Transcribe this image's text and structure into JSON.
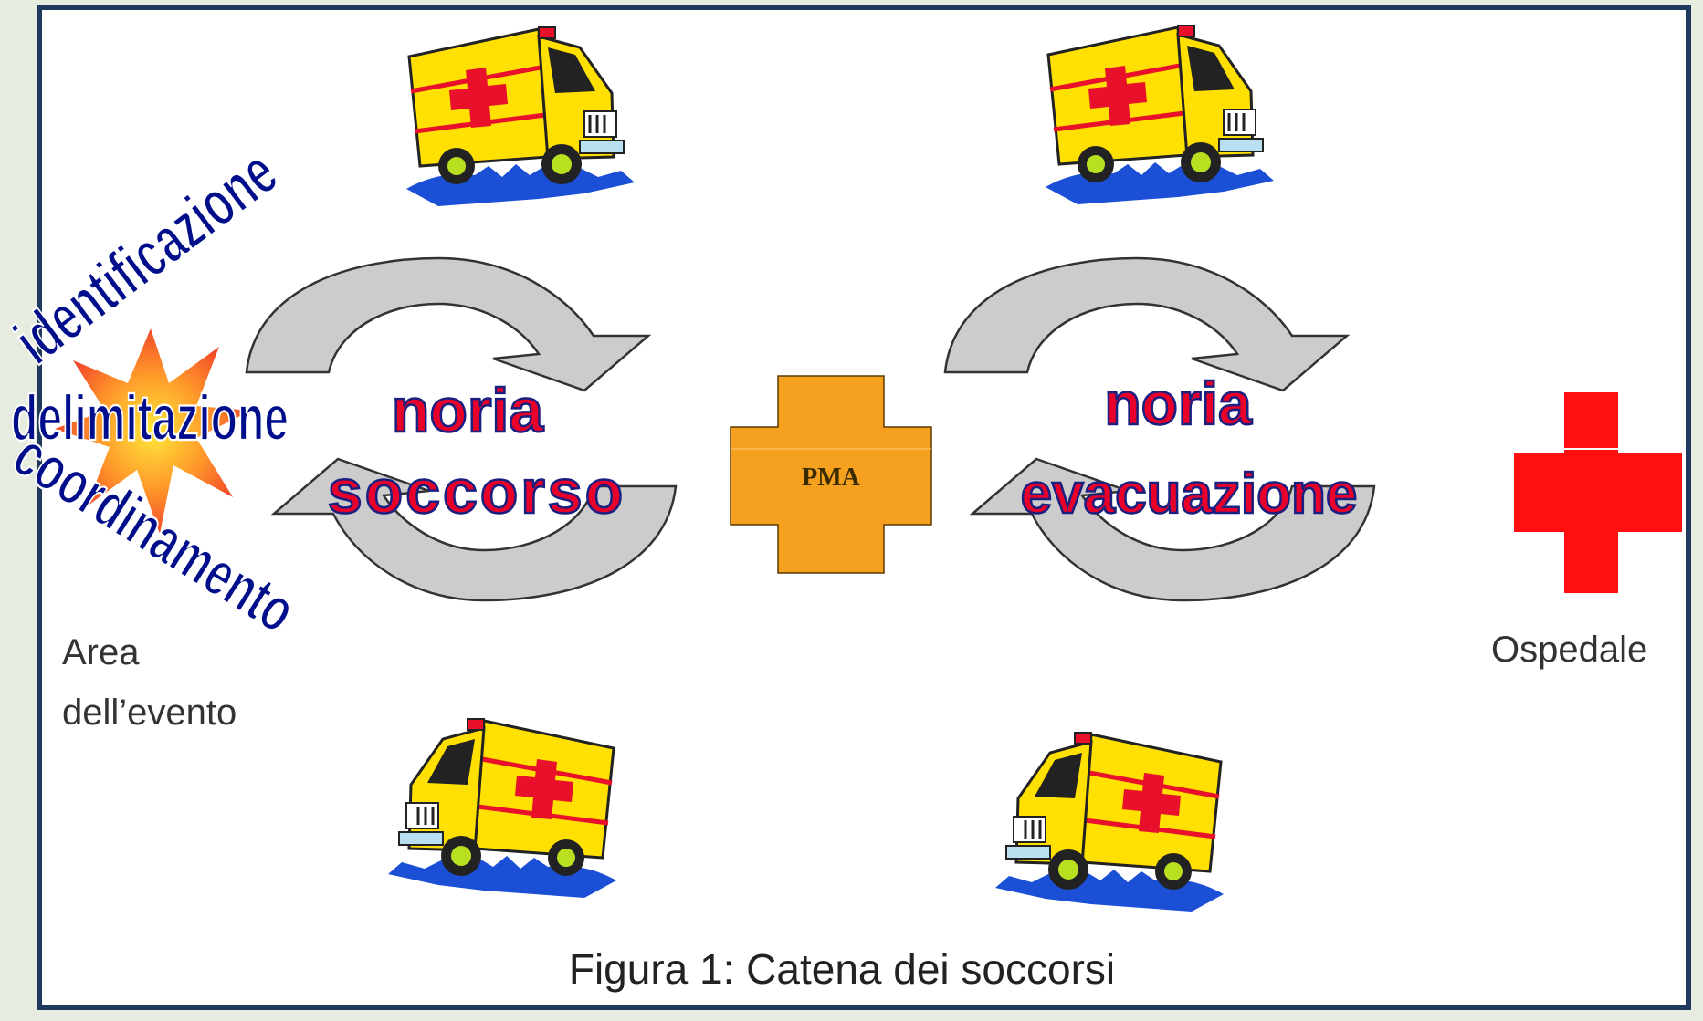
{
  "title": "Figura 1: Catena dei soccorsi",
  "pma_label": "PMA",
  "left_node": {
    "line1": "Area",
    "line2": "dell’evento"
  },
  "right_node": {
    "label": "Ospedale"
  },
  "noria_soccorso": {
    "line1": "noria",
    "line2": "soccorso"
  },
  "noria_evacuazione": {
    "line1": "noria",
    "line2": "evacuazione"
  },
  "event_words": [
    "identificazione",
    "delimitazione",
    "coordinamento"
  ],
  "colors": {
    "frame": "#1f3a5c",
    "wordart_fill": "#000e8c",
    "noria_fill": "#e8002a",
    "noria_outline": "#1a2080",
    "pma_fill": "#f5a11f",
    "red_cross": "#ff1010",
    "ambulance_body": "#ffe000",
    "ambulance_cross": "#e8102a",
    "road": "#1a4fd6",
    "arrow_fill": "#cccccc"
  }
}
